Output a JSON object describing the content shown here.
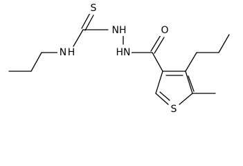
{
  "molecule": {
    "atoms": {
      "thione_S": "S",
      "thioamide_NH": "N",
      "thioamide_H": "H",
      "hydrazine_NH1": "NH",
      "hydrazine_NH2": "HN",
      "carbonyl_O": "O",
      "ring_S": "S"
    }
  },
  "colors": {
    "bond": "#000000",
    "label": "#000000",
    "background": "#ffffff"
  }
}
